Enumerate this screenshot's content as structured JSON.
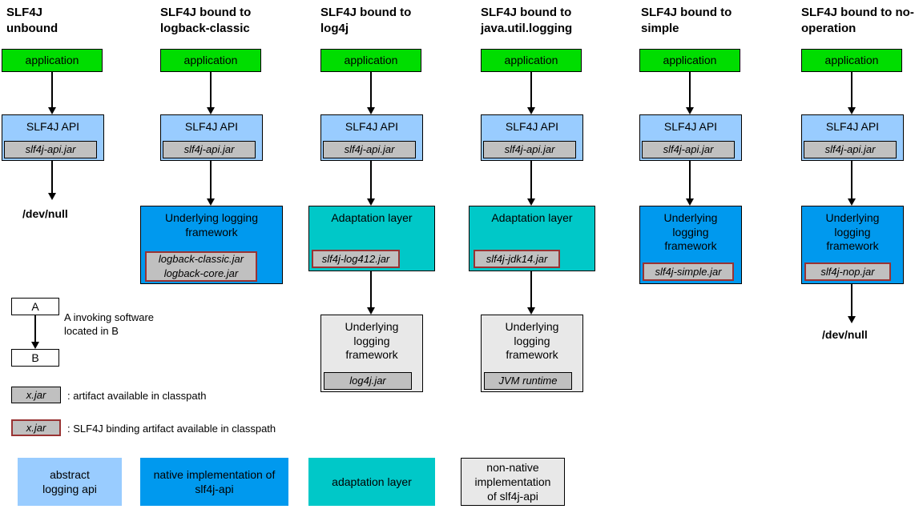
{
  "diagram": {
    "columns": [
      {
        "title": "SLF4J unbound",
        "app": "application",
        "api": "SLF4J API",
        "api_jar": "slf4j-api.jar",
        "dest": "/dev/null"
      },
      {
        "title": "SLF4J bound to logback-classic",
        "app": "application",
        "api": "SLF4J API",
        "api_jar": "slf4j-api.jar",
        "framework": "Underlying logging framework",
        "framework_jars": [
          "logback-classic.jar",
          "logback-core.jar"
        ]
      },
      {
        "title": "SLF4J bound to log4j",
        "app": "application",
        "api": "SLF4J API",
        "api_jar": "slf4j-api.jar",
        "adaptation": "Adaptation layer",
        "adaptation_jar": "slf4j-log412.jar",
        "framework": "Underlying logging framework",
        "framework_jar": "log4j.jar"
      },
      {
        "title": "SLF4J bound to java.util.logging",
        "app": "application",
        "api": "SLF4J API",
        "api_jar": "slf4j-api.jar",
        "adaptation": "Adaptation layer",
        "adaptation_jar": "slf4j-jdk14.jar",
        "framework": "Underlying logging framework",
        "framework_jar": "JVM runtime"
      },
      {
        "title": "SLF4J bound to simple",
        "app": "application",
        "api": "SLF4J API",
        "api_jar": "slf4j-api.jar",
        "framework": "Underlying logging framework",
        "framework_jar": "slf4j-simple.jar"
      },
      {
        "title": "SLF4J bound to no-operation",
        "app": "application",
        "api": "SLF4J API",
        "api_jar": "slf4j-api.jar",
        "framework": "Underlying logging framework",
        "framework_jar": "slf4j-nop.jar",
        "dest": "/dev/null"
      }
    ],
    "legend": {
      "invoking": {
        "a": "A",
        "b": "B",
        "text": "A invoking software located in B"
      },
      "artifact": {
        "label": "x.jar",
        "text": ": artifact available in classpath"
      },
      "binding_artifact": {
        "label": "x.jar",
        "text": ": SLF4J binding artifact available in classpath"
      },
      "swatches": [
        {
          "label": "abstract logging api",
          "color": "#99ccff"
        },
        {
          "label": "native implementation of slf4j-api",
          "color": "#0099ee"
        },
        {
          "label": "adaptation layer",
          "color": "#00c8c8"
        },
        {
          "label": "non-native implementation of slf4j-api",
          "color": "#e8e8e8"
        }
      ]
    },
    "colors": {
      "application": "#00dd00",
      "abstract_api": "#99ccff",
      "native_impl": "#0099ee",
      "adaptation_layer": "#00c8c8",
      "non_native_impl": "#e8e8e8",
      "artifact_fill": "#c0c0c0",
      "binding_border": "#993333"
    }
  }
}
